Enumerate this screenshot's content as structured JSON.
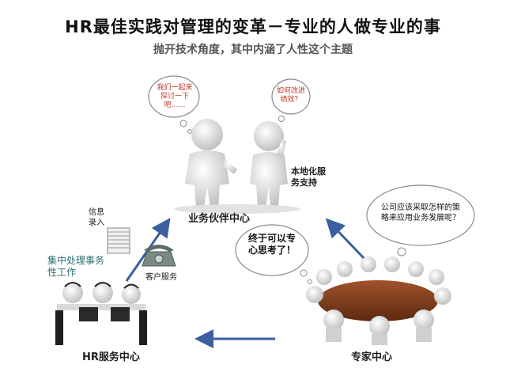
{
  "header": {
    "title": "HR最佳实践对管理的变革－专业的人做专业的事",
    "subtitle": "抛开技术角度，其中内涵了人性这个主题"
  },
  "nodes": {
    "business_partner": "业务伙伴中心",
    "hr_service": "HR服务中心",
    "expert": "专家中心"
  },
  "labels": {
    "local_support": "本地化服务支持",
    "info_entry": "信息录入",
    "customer_service": "客户服务",
    "central_processing": "集中处理事务性工作"
  },
  "bubbles": {
    "left_figure": "我们一起来探讨一下吧……",
    "right_figure": "如何改进绩效？",
    "expert_question": "公司应该采取怎样的策略来应用业务发展呢？",
    "finally_think": "终于可以专心思考了！"
  },
  "colors": {
    "arrow": "#3b5fa0",
    "bubble_stroke": "#8a8a8a"
  }
}
